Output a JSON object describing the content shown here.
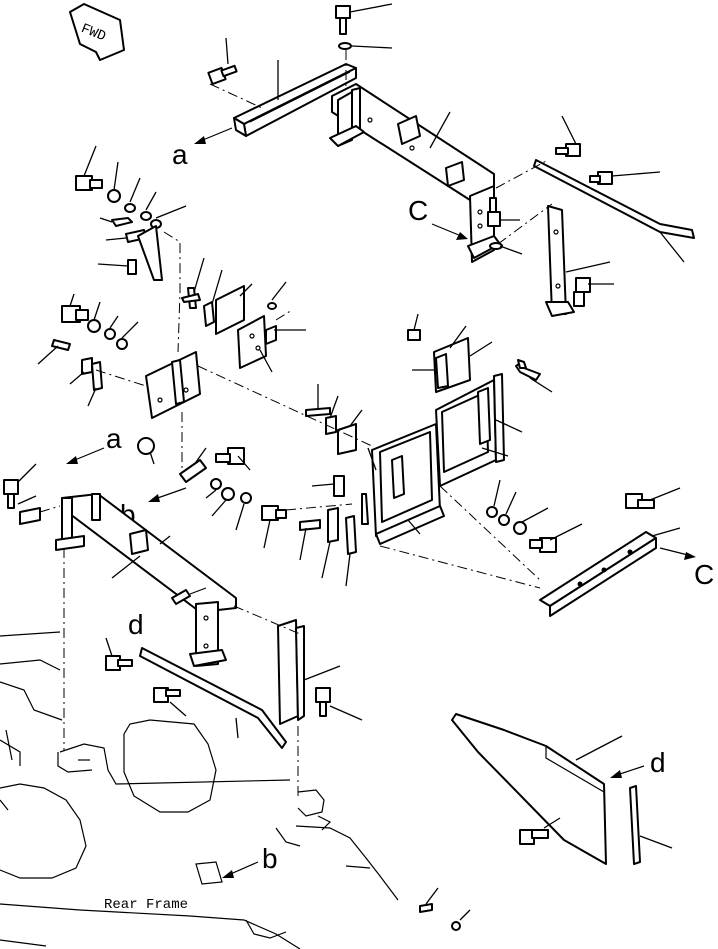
{
  "fwd_badge": "FWD",
  "callouts": {
    "a_top": "a",
    "a_mid": "a",
    "b_left": "b",
    "b_bottom": "b",
    "c_top": "C",
    "c_right": "C",
    "d_left": "d",
    "d_right": "d"
  },
  "labels": {
    "rear_frame": "Rear Frame"
  }
}
